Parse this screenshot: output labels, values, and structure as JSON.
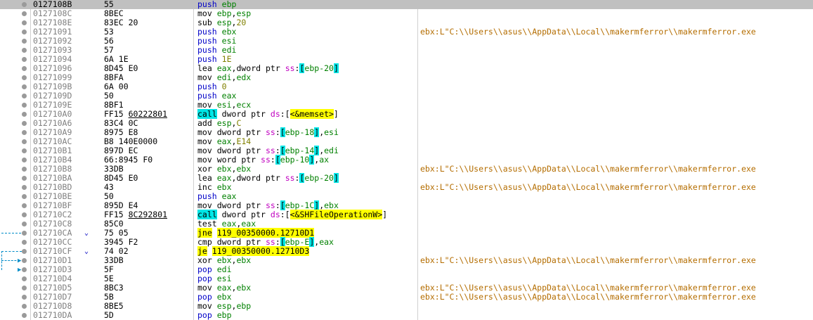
{
  "rows": [
    {
      "addr": "0127108B",
      "bytes": "55",
      "ins": [
        [
          "mn-push",
          "push"
        ],
        [
          "txt",
          " "
        ],
        [
          "reg",
          "ebp"
        ]
      ],
      "comment": "",
      "selected": true
    },
    {
      "addr": "0127108C",
      "bytes": "8BEC",
      "ins": [
        [
          "mn",
          "mov"
        ],
        [
          "txt",
          " "
        ],
        [
          "reg",
          "ebp"
        ],
        [
          "txt",
          ","
        ],
        [
          "reg",
          "esp"
        ]
      ],
      "comment": ""
    },
    {
      "addr": "0127108E",
      "bytes": "83EC 20",
      "ins": [
        [
          "mn",
          "sub"
        ],
        [
          "txt",
          " "
        ],
        [
          "reg",
          "esp"
        ],
        [
          "txt",
          ","
        ],
        [
          "num",
          "20"
        ]
      ],
      "comment": ""
    },
    {
      "addr": "01271091",
      "bytes": "53",
      "ins": [
        [
          "mn-push",
          "push"
        ],
        [
          "txt",
          " "
        ],
        [
          "reg",
          "ebx"
        ]
      ],
      "comment": "ebx:L\"C:\\\\Users\\\\asus\\\\AppData\\\\Local\\\\makermferror\\\\makermferror.exe"
    },
    {
      "addr": "01271092",
      "bytes": "56",
      "ins": [
        [
          "mn-push",
          "push"
        ],
        [
          "txt",
          " "
        ],
        [
          "reg",
          "esi"
        ]
      ],
      "comment": ""
    },
    {
      "addr": "01271093",
      "bytes": "57",
      "ins": [
        [
          "mn-push",
          "push"
        ],
        [
          "txt",
          " "
        ],
        [
          "reg",
          "edi"
        ]
      ],
      "comment": ""
    },
    {
      "addr": "01271094",
      "bytes": "6A 1E",
      "ins": [
        [
          "mn-push",
          "push"
        ],
        [
          "txt",
          " "
        ],
        [
          "num",
          "1E"
        ]
      ],
      "comment": ""
    },
    {
      "addr": "01271096",
      "bytes": "8D45 E0",
      "ins": [
        [
          "mn",
          "lea"
        ],
        [
          "txt",
          " "
        ],
        [
          "reg",
          "eax"
        ],
        [
          "txt",
          ","
        ],
        [
          "sz",
          "dword ptr"
        ],
        [
          "txt",
          " "
        ],
        [
          "seg",
          "ss"
        ],
        [
          "txt",
          ":"
        ],
        [
          "br",
          "["
        ],
        [
          "mem",
          "ebp-20"
        ],
        [
          "br",
          "]"
        ]
      ],
      "comment": ""
    },
    {
      "addr": "01271099",
      "bytes": "8BFA",
      "ins": [
        [
          "mn",
          "mov"
        ],
        [
          "txt",
          " "
        ],
        [
          "reg",
          "edi"
        ],
        [
          "txt",
          ","
        ],
        [
          "reg",
          "edx"
        ]
      ],
      "comment": ""
    },
    {
      "addr": "0127109B",
      "bytes": "6A 00",
      "ins": [
        [
          "mn-push",
          "push"
        ],
        [
          "txt",
          " "
        ],
        [
          "num",
          "0"
        ]
      ],
      "comment": ""
    },
    {
      "addr": "0127109D",
      "bytes": "50",
      "ins": [
        [
          "mn-push",
          "push"
        ],
        [
          "txt",
          " "
        ],
        [
          "reg",
          "eax"
        ]
      ],
      "comment": ""
    },
    {
      "addr": "0127109E",
      "bytes": "8BF1",
      "ins": [
        [
          "mn",
          "mov"
        ],
        [
          "txt",
          " "
        ],
        [
          "reg",
          "esi"
        ],
        [
          "txt",
          ","
        ],
        [
          "reg",
          "ecx"
        ]
      ],
      "comment": ""
    },
    {
      "addr": "012710A0",
      "bytes": "FF15 ",
      "bytes_ul": "60222801",
      "ins": [
        [
          "mn-call",
          "call"
        ],
        [
          "txt",
          " "
        ],
        [
          "sz",
          "dword ptr"
        ],
        [
          "txt",
          " "
        ],
        [
          "seg",
          "ds"
        ],
        [
          "txt",
          ":["
        ],
        [
          "sym",
          "<&memset>"
        ],
        [
          "txt",
          "]"
        ]
      ],
      "comment": ""
    },
    {
      "addr": "012710A6",
      "bytes": "83C4 0C",
      "ins": [
        [
          "mn",
          "add"
        ],
        [
          "txt",
          " "
        ],
        [
          "reg",
          "esp"
        ],
        [
          "txt",
          ","
        ],
        [
          "num",
          "C"
        ]
      ],
      "comment": ""
    },
    {
      "addr": "012710A9",
      "bytes": "8975 E8",
      "ins": [
        [
          "mn",
          "mov"
        ],
        [
          "txt",
          " "
        ],
        [
          "sz",
          "dword ptr"
        ],
        [
          "txt",
          " "
        ],
        [
          "seg",
          "ss"
        ],
        [
          "txt",
          ":"
        ],
        [
          "br",
          "["
        ],
        [
          "mem",
          "ebp-18"
        ],
        [
          "br",
          "]"
        ],
        [
          "txt",
          ","
        ],
        [
          "reg",
          "esi"
        ]
      ],
      "comment": ""
    },
    {
      "addr": "012710AC",
      "bytes": "B8 140E0000",
      "ins": [
        [
          "mn",
          "mov"
        ],
        [
          "txt",
          " "
        ],
        [
          "reg",
          "eax"
        ],
        [
          "txt",
          ","
        ],
        [
          "num",
          "E14"
        ]
      ],
      "comment": ""
    },
    {
      "addr": "012710B1",
      "bytes": "897D EC",
      "ins": [
        [
          "mn",
          "mov"
        ],
        [
          "txt",
          " "
        ],
        [
          "sz",
          "dword ptr"
        ],
        [
          "txt",
          " "
        ],
        [
          "seg",
          "ss"
        ],
        [
          "txt",
          ":"
        ],
        [
          "br",
          "["
        ],
        [
          "mem",
          "ebp-14"
        ],
        [
          "br",
          "]"
        ],
        [
          "txt",
          ","
        ],
        [
          "reg",
          "edi"
        ]
      ],
      "comment": ""
    },
    {
      "addr": "012710B4",
      "bytes": "66:8945 F0",
      "ins": [
        [
          "mn",
          "mov"
        ],
        [
          "txt",
          " "
        ],
        [
          "sz",
          "word ptr"
        ],
        [
          "txt",
          " "
        ],
        [
          "seg",
          "ss"
        ],
        [
          "txt",
          ":"
        ],
        [
          "br",
          "["
        ],
        [
          "mem",
          "ebp-10"
        ],
        [
          "br",
          "]"
        ],
        [
          "txt",
          ","
        ],
        [
          "reg",
          "ax"
        ]
      ],
      "comment": ""
    },
    {
      "addr": "012710B8",
      "bytes": "33DB",
      "ins": [
        [
          "mn",
          "xor"
        ],
        [
          "txt",
          " "
        ],
        [
          "reg",
          "ebx"
        ],
        [
          "txt",
          ","
        ],
        [
          "reg",
          "ebx"
        ]
      ],
      "comment": "ebx:L\"C:\\\\Users\\\\asus\\\\AppData\\\\Local\\\\makermferror\\\\makermferror.exe"
    },
    {
      "addr": "012710BA",
      "bytes": "8D45 E0",
      "ins": [
        [
          "mn",
          "lea"
        ],
        [
          "txt",
          " "
        ],
        [
          "reg",
          "eax"
        ],
        [
          "txt",
          ","
        ],
        [
          "sz",
          "dword ptr"
        ],
        [
          "txt",
          " "
        ],
        [
          "seg",
          "ss"
        ],
        [
          "txt",
          ":"
        ],
        [
          "br",
          "["
        ],
        [
          "mem",
          "ebp-20"
        ],
        [
          "br",
          "]"
        ]
      ],
      "comment": ""
    },
    {
      "addr": "012710BD",
      "bytes": "43",
      "ins": [
        [
          "mn",
          "inc"
        ],
        [
          "txt",
          " "
        ],
        [
          "reg",
          "ebx"
        ]
      ],
      "comment": "ebx:L\"C:\\\\Users\\\\asus\\\\AppData\\\\Local\\\\makermferror\\\\makermferror.exe"
    },
    {
      "addr": "012710BE",
      "bytes": "50",
      "ins": [
        [
          "mn-push",
          "push"
        ],
        [
          "txt",
          " "
        ],
        [
          "reg",
          "eax"
        ]
      ],
      "comment": ""
    },
    {
      "addr": "012710BF",
      "bytes": "895D E4",
      "ins": [
        [
          "mn",
          "mov"
        ],
        [
          "txt",
          " "
        ],
        [
          "sz",
          "dword ptr"
        ],
        [
          "txt",
          " "
        ],
        [
          "seg",
          "ss"
        ],
        [
          "txt",
          ":"
        ],
        [
          "br",
          "["
        ],
        [
          "mem",
          "ebp-1C"
        ],
        [
          "br",
          "]"
        ],
        [
          "txt",
          ","
        ],
        [
          "reg",
          "ebx"
        ]
      ],
      "comment": ""
    },
    {
      "addr": "012710C2",
      "bytes": "FF15 ",
      "bytes_ul": "8C292801",
      "ins": [
        [
          "mn-call",
          "call"
        ],
        [
          "txt",
          " "
        ],
        [
          "sz",
          "dword ptr"
        ],
        [
          "txt",
          " "
        ],
        [
          "seg",
          "ds"
        ],
        [
          "txt",
          ":["
        ],
        [
          "sym",
          "<&SHFileOperationW>"
        ],
        [
          "txt",
          "]"
        ]
      ],
      "comment": ""
    },
    {
      "addr": "012710C8",
      "bytes": "85C0",
      "ins": [
        [
          "mn",
          "test"
        ],
        [
          "txt",
          " "
        ],
        [
          "reg",
          "eax"
        ],
        [
          "txt",
          ","
        ],
        [
          "reg",
          "eax"
        ]
      ],
      "comment": ""
    },
    {
      "addr": "012710CA",
      "bytes": "75 05",
      "jump": "⌄",
      "ins": [
        [
          "mn-jmp",
          "jne"
        ],
        [
          "txt",
          " "
        ],
        [
          "tgt",
          "119_00350000.12710D1"
        ]
      ],
      "comment": ""
    },
    {
      "addr": "012710CC",
      "bytes": "3945 F2",
      "ins": [
        [
          "mn",
          "cmp"
        ],
        [
          "txt",
          " "
        ],
        [
          "sz",
          "dword ptr"
        ],
        [
          "txt",
          " "
        ],
        [
          "seg",
          "ss"
        ],
        [
          "txt",
          ":"
        ],
        [
          "br",
          "["
        ],
        [
          "mem",
          "ebp-E"
        ],
        [
          "br",
          "]"
        ],
        [
          "txt",
          ","
        ],
        [
          "reg",
          "eax"
        ]
      ],
      "comment": ""
    },
    {
      "addr": "012710CF",
      "bytes": "74 02",
      "jump": "⌄",
      "ins": [
        [
          "mn-jmp",
          "je"
        ],
        [
          "txt",
          " "
        ],
        [
          "tgt",
          "119_00350000.12710D3"
        ]
      ],
      "comment": ""
    },
    {
      "addr": "012710D1",
      "bytes": "33DB",
      "ins": [
        [
          "mn",
          "xor"
        ],
        [
          "txt",
          " "
        ],
        [
          "reg",
          "ebx"
        ],
        [
          "txt",
          ","
        ],
        [
          "reg",
          "ebx"
        ]
      ],
      "comment": "ebx:L\"C:\\\\Users\\\\asus\\\\AppData\\\\Local\\\\makermferror\\\\makermferror.exe"
    },
    {
      "addr": "012710D3",
      "bytes": "5F",
      "ins": [
        [
          "mn-pop",
          "pop"
        ],
        [
          "txt",
          " "
        ],
        [
          "reg",
          "edi"
        ]
      ],
      "comment": ""
    },
    {
      "addr": "012710D4",
      "bytes": "5E",
      "ins": [
        [
          "mn-pop",
          "pop"
        ],
        [
          "txt",
          " "
        ],
        [
          "reg",
          "esi"
        ]
      ],
      "comment": ""
    },
    {
      "addr": "012710D5",
      "bytes": "8BC3",
      "ins": [
        [
          "mn",
          "mov"
        ],
        [
          "txt",
          " "
        ],
        [
          "reg",
          "eax"
        ],
        [
          "txt",
          ","
        ],
        [
          "reg",
          "ebx"
        ]
      ],
      "comment": "ebx:L\"C:\\\\Users\\\\asus\\\\AppData\\\\Local\\\\makermferror\\\\makermferror.exe"
    },
    {
      "addr": "012710D7",
      "bytes": "5B",
      "ins": [
        [
          "mn-pop",
          "pop"
        ],
        [
          "txt",
          " "
        ],
        [
          "reg",
          "ebx"
        ]
      ],
      "comment": "ebx:L\"C:\\\\Users\\\\asus\\\\AppData\\\\Local\\\\makermferror\\\\makermferror.exe"
    },
    {
      "addr": "012710D8",
      "bytes": "8BE5",
      "ins": [
        [
          "mn",
          "mov"
        ],
        [
          "txt",
          " "
        ],
        [
          "reg",
          "esp"
        ],
        [
          "txt",
          ","
        ],
        [
          "reg",
          "ebp"
        ]
      ],
      "comment": ""
    },
    {
      "addr": "012710DA",
      "bytes": "5D",
      "ins": [
        [
          "mn-pop",
          "pop"
        ],
        [
          "txt",
          " "
        ],
        [
          "reg",
          "ebp"
        ]
      ],
      "comment": ""
    }
  ]
}
